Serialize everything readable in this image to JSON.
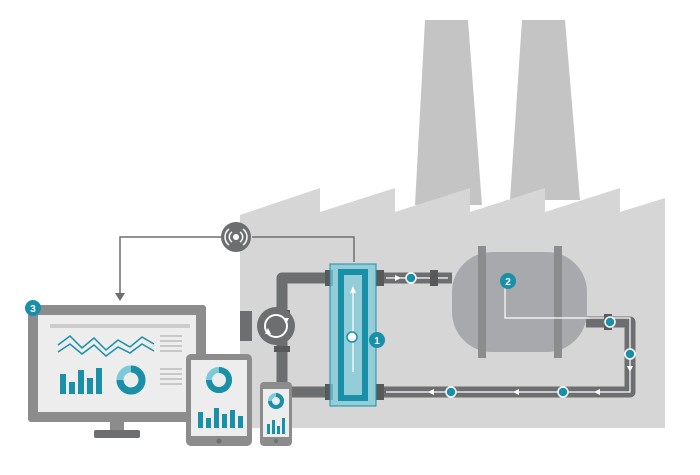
{
  "colors": {
    "factory": "#d6d6d6",
    "chimney": "#c4c4c4",
    "pipe": "#6d6e70",
    "pipe_dark": "#58595b",
    "accent": "#1a8fa8",
    "accent_light": "#7cc9d8",
    "tank": "#a7a9ac",
    "device_frame": "#8c8c8c",
    "screen_bg": "#ededed"
  },
  "badges": [
    {
      "number": "1",
      "target": "heat-exchanger"
    },
    {
      "number": "2",
      "target": "storage-tank"
    },
    {
      "number": "3",
      "target": "desktop-monitor"
    }
  ],
  "icons": {
    "wireless": "wireless-signal-icon",
    "pump": "pump-icon",
    "flow": "flow-arrow-icon"
  }
}
